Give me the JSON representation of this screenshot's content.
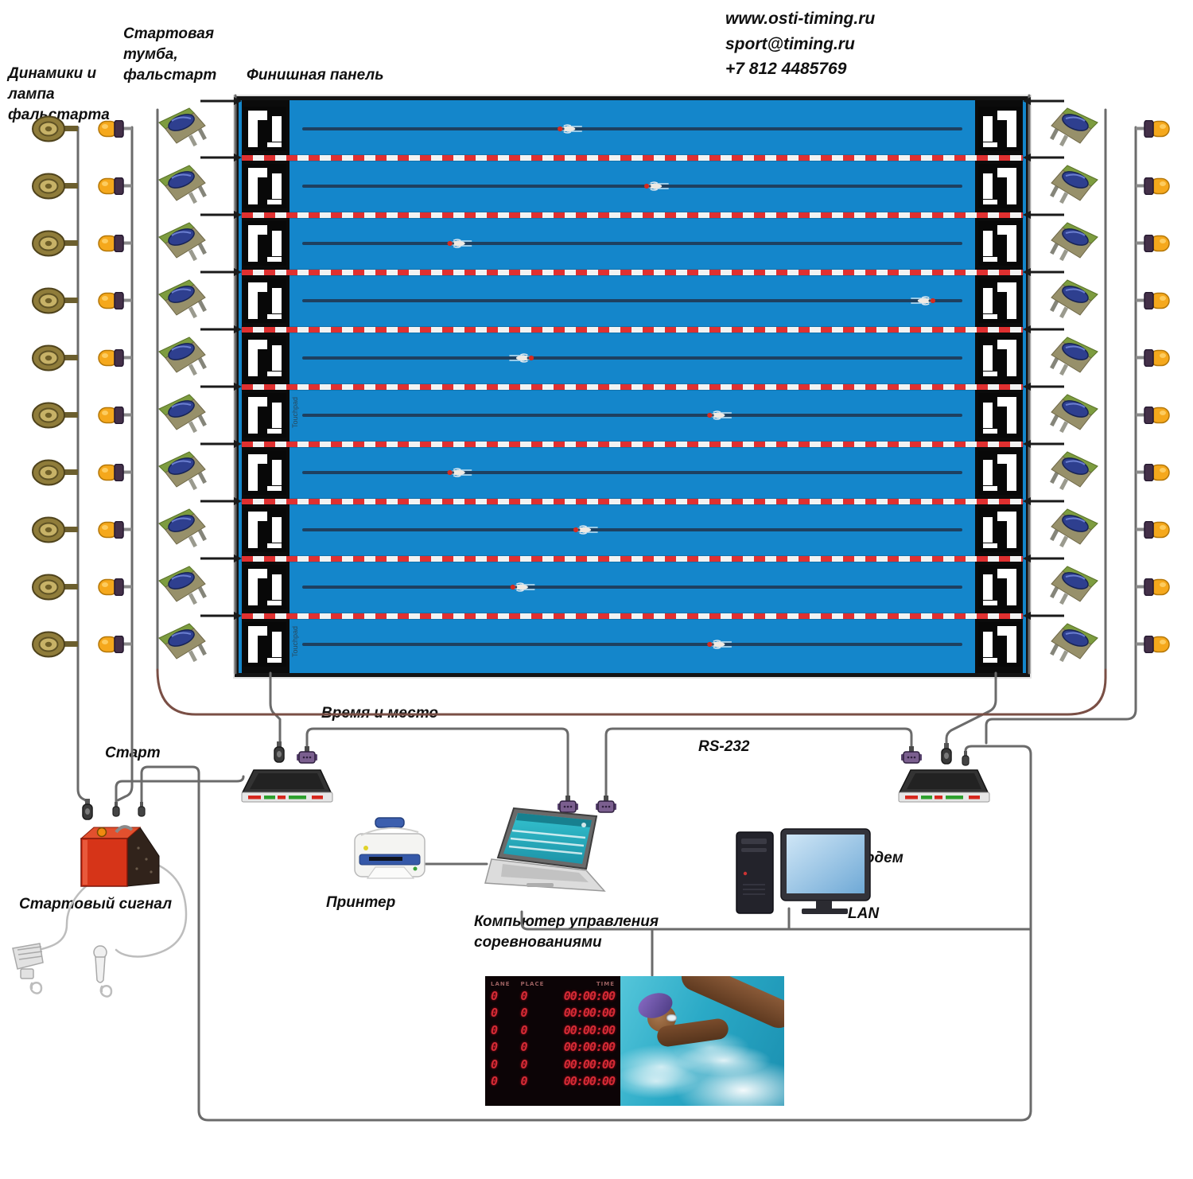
{
  "contact": {
    "website": "www.osti-timing.ru",
    "email": "sport@timing.ru",
    "phone": "+7 812 4485769"
  },
  "labels": {
    "speakers_lamp": "Динамики и\nлампа\nфальстарта",
    "start_block": "Стартовая\nтумба,\nфальстарт",
    "finish_panel": "Финишная панель",
    "time_place": "Время и место",
    "start": "Старт",
    "rs232": "RS-232",
    "start_signal": "Стартовый сигнал",
    "printer": "Принтер",
    "computer": "Компьютер управления\nсоревнованиями",
    "modem": "Модем",
    "lan": "LAN"
  },
  "pool": {
    "lane_count": 10,
    "touchpad_vertical_label": "Touchpad",
    "swimmers": [
      {
        "lane": 1,
        "x": 0.42,
        "dir": "left"
      },
      {
        "lane": 2,
        "x": 0.53,
        "dir": "left"
      },
      {
        "lane": 3,
        "x": 0.28,
        "dir": "left"
      },
      {
        "lane": 4,
        "x": 0.87,
        "dir": "right"
      },
      {
        "lane": 5,
        "x": 0.36,
        "dir": "right"
      },
      {
        "lane": 6,
        "x": 0.61,
        "dir": "left"
      },
      {
        "lane": 7,
        "x": 0.28,
        "dir": "left"
      },
      {
        "lane": 8,
        "x": 0.44,
        "dir": "left"
      },
      {
        "lane": 9,
        "x": 0.36,
        "dir": "left"
      },
      {
        "lane": 10,
        "x": 0.61,
        "dir": "left"
      }
    ]
  },
  "scoreboard": {
    "headers": [
      "LANE",
      "PLACE",
      "TIME"
    ],
    "rows": [
      {
        "lane": "0",
        "place": "0",
        "time": "00:00:00"
      },
      {
        "lane": "0",
        "place": "0",
        "time": "00:00:00"
      },
      {
        "lane": "0",
        "place": "0",
        "time": "00:00:00"
      },
      {
        "lane": "0",
        "place": "0",
        "time": "00:00:00"
      },
      {
        "lane": "0",
        "place": "0",
        "time": "00:00:00"
      },
      {
        "lane": "0",
        "place": "0",
        "time": "00:00:00"
      }
    ]
  },
  "colors": {
    "pool_water": "#1486cb",
    "lane_rope_red": "#e03030",
    "lane_rope_white": "#f2f2f2",
    "led_red": "#d42b35",
    "start_box_red": "#d63418",
    "wire_gray": "#6b6b6b",
    "wire_maroon": "#7a4f45"
  }
}
